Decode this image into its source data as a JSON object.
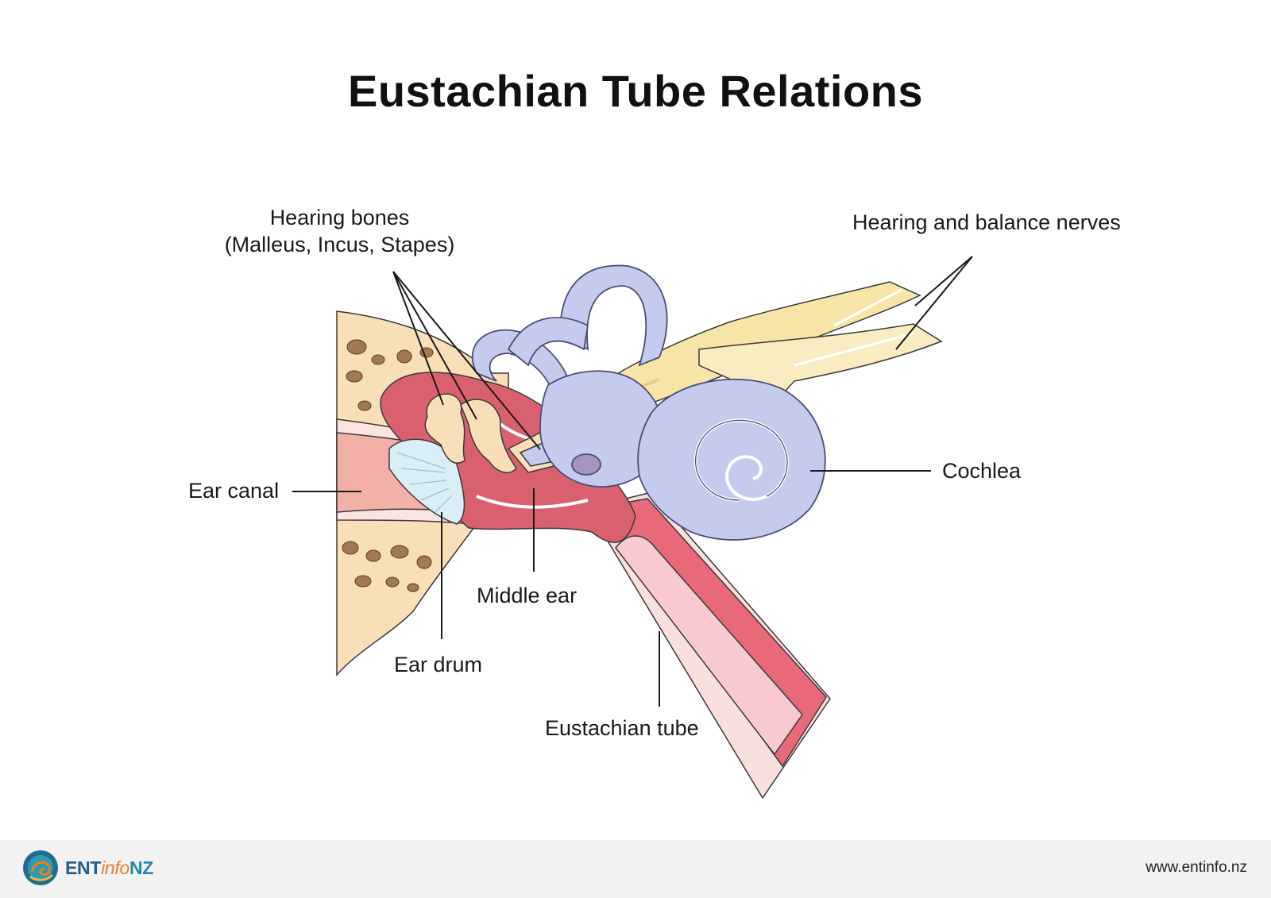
{
  "title": "Eustachian Tube Relations",
  "labels": {
    "hearing_bones_line1": "Hearing bones",
    "hearing_bones_line2": "(Malleus, Incus, Stapes)",
    "nerves": "Hearing and balance nerves",
    "cochlea": "Cochlea",
    "ear_canal": "Ear canal",
    "middle_ear": "Middle ear",
    "ear_drum": "Ear drum",
    "eustachian_tube": "Eustachian tube"
  },
  "footer": {
    "logo_ent": "ENT",
    "logo_info": "info",
    "logo_nz": "NZ",
    "url": "www.entinfo.nz"
  },
  "colors": {
    "bone": "#f8dfb8",
    "bone_pore": "#a37a4f",
    "middle_ear": "#d9616f",
    "canal": "#f3b0a6",
    "inner_ear": "#c5cbec",
    "inner_ear_outline": "#4a4d78",
    "nerve": "#f6e5a7",
    "eardrum": "#d9eef6",
    "tube_lining": "#f8c9cf",
    "tube_wall": "#e8697a"
  }
}
